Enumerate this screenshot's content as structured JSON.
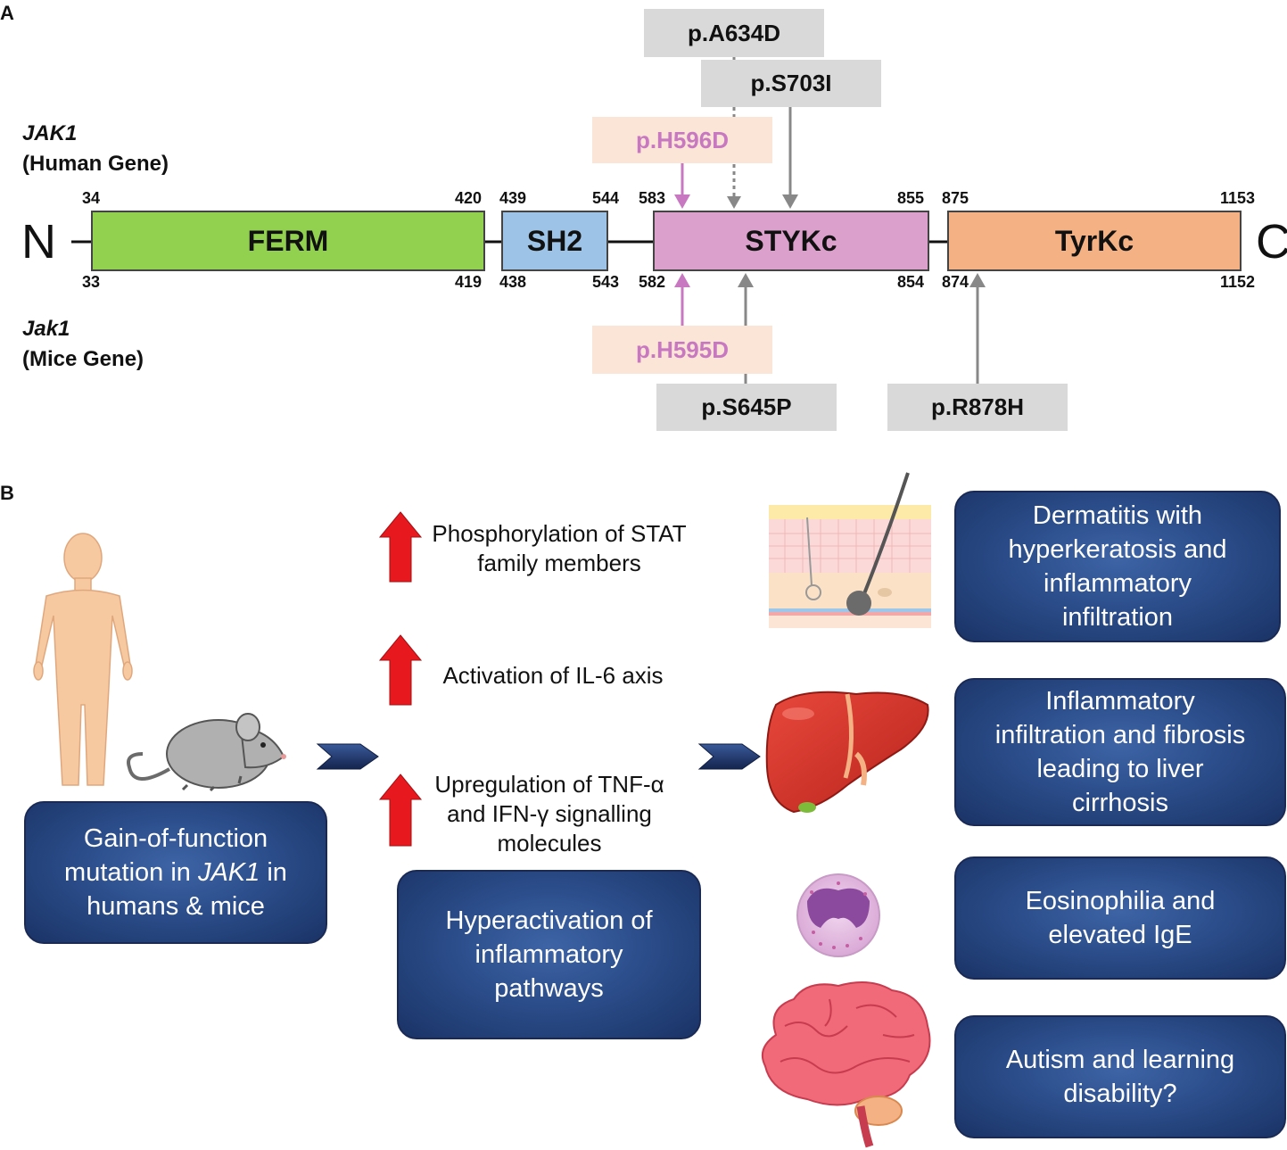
{
  "panel_a": {
    "label": "A",
    "human_gene": {
      "name": "JAK1",
      "subtitle": "(Human Gene)"
    },
    "mouse_gene": {
      "name": "Jak1",
      "subtitle": "(Mice Gene)"
    },
    "n_terminal": "N",
    "c_terminal": "C",
    "domains": [
      {
        "name": "FERM",
        "human_start": "34",
        "human_end": "420",
        "mouse_start": "33",
        "mouse_end": "419",
        "color": "#92d050"
      },
      {
        "name": "SH2",
        "human_start": "439",
        "human_end": "544",
        "mouse_start": "438",
        "mouse_end": "543",
        "color": "#9dc3e6"
      },
      {
        "name": "STYKc",
        "human_start": "583",
        "human_end": "855",
        "mouse_start": "582",
        "mouse_end": "854",
        "color": "#dba0cb"
      },
      {
        "name": "TyrKc",
        "human_start": "875",
        "human_end": "1153",
        "mouse_start": "874",
        "mouse_end": "1152",
        "color": "#f4b183"
      }
    ],
    "mutations": {
      "a634d": "p.A634D",
      "s703i": "p.S703I",
      "h596d": "p.H596D",
      "h595d": "p.H595D",
      "s645p": "p.S645P",
      "r878h": "p.R878H"
    }
  },
  "panel_b": {
    "label": "B",
    "cause_box": {
      "line1": "Gain-of-function",
      "line2_pre": "mutation in ",
      "line2_gene": "JAK1",
      "line2_post": " in",
      "line3": "humans & mice"
    },
    "effects": [
      {
        "line1": "Phosphorylation of STAT",
        "line2": "family members"
      },
      {
        "line1": "Activation of IL-6 axis"
      },
      {
        "line1": "Upregulation of TNF-α",
        "line2": "and IFN-γ signalling",
        "line3": "molecules"
      }
    ],
    "mechanism_box": {
      "line1": "Hyperactivation of",
      "line2": "inflammatory",
      "line3": "pathways"
    },
    "outcomes": [
      {
        "line1": "Dermatitis with",
        "line2": "hyperkeratosis and",
        "line3": "inflammatory",
        "line4": "infiltration"
      },
      {
        "line1": "Inflammatory",
        "line2": "infiltration and fibrosis",
        "line3": "leading to liver",
        "line4": "cirrhosis"
      },
      {
        "line1": "Eosinophilia and",
        "line2": "elevated IgE"
      },
      {
        "line1": "Autism and learning",
        "line2": "disability?"
      }
    ],
    "icons": {
      "human": "human-figure-icon",
      "mouse": "mouse-icon",
      "skin": "skin-cross-section-icon",
      "liver": "liver-icon",
      "eosinophil": "eosinophil-cell-icon",
      "brain": "brain-icon",
      "arrow": "chevron-arrow-icon",
      "up_arrow": "red-up-arrow-icon"
    }
  }
}
